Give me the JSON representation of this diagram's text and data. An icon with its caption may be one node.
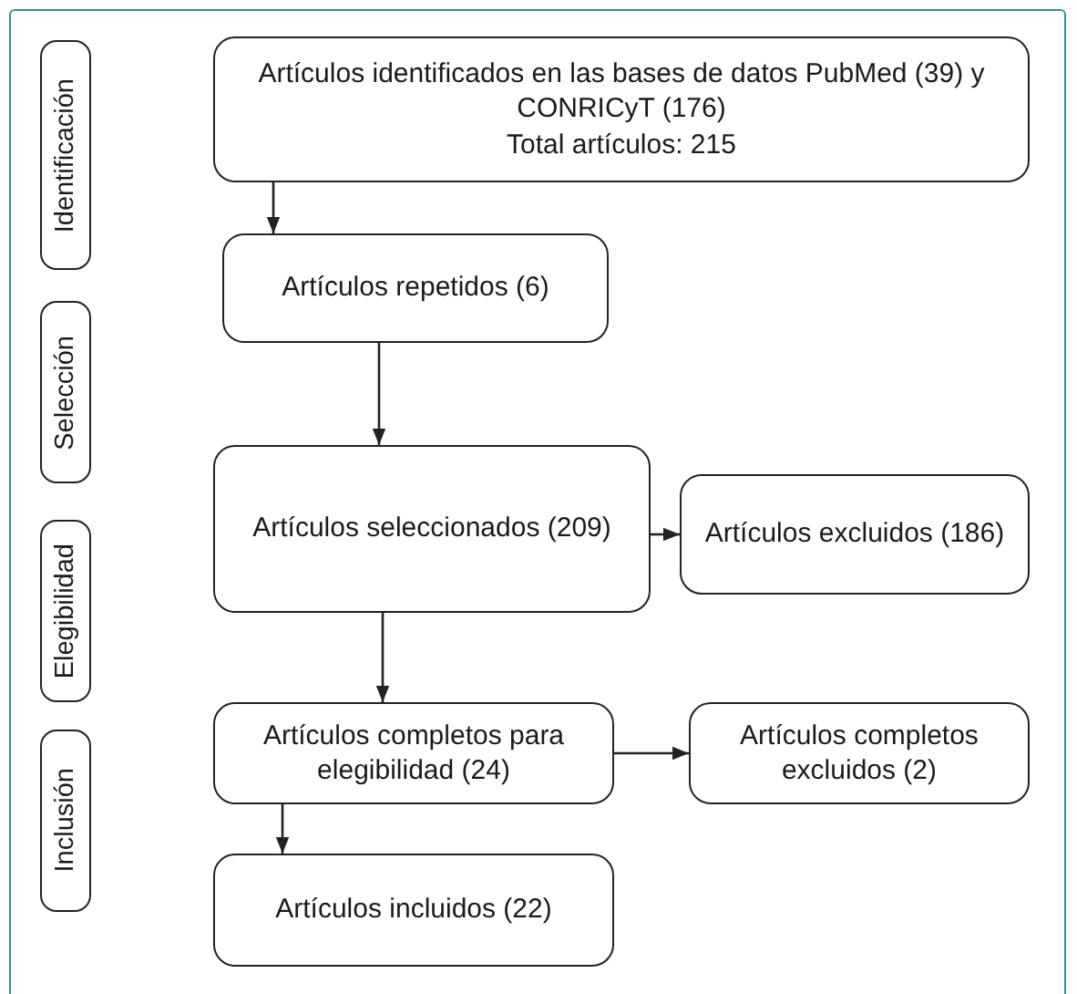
{
  "diagram": {
    "nodes": [
      {
        "text": [
          "Identificación"
        ]
      },
      {
        "text": [
          "Selección"
        ]
      },
      {
        "text": [
          "Elegibilidad"
        ]
      },
      {
        "text": [
          "Inclusión"
        ]
      },
      {
        "text": [
          "Artículos identificados en las bases de datos PubMed (39) y CONRICyT (176)",
          "Total artículos: 215"
        ]
      },
      {
        "text": [
          "Artículos repetidos (6)"
        ]
      },
      {
        "text": [
          "Artículos seleccionados (209)"
        ]
      },
      {
        "text": [
          "Artículos excluidos (186)"
        ]
      },
      {
        "text": [
          "Artículos completos para elegibilidad (24)"
        ]
      },
      {
        "text": [
          "Artículos completos excluidos (2)"
        ]
      },
      {
        "text": [
          "Artículos incluidos (22)"
        ]
      }
    ],
    "edges": [
      {
        "from": 4,
        "to": 5,
        "arrow": "to"
      },
      {
        "from": 5,
        "to": 6,
        "arrow": "to"
      },
      {
        "from": 6,
        "to": 7,
        "arrow": "to"
      },
      {
        "from": 6,
        "to": 8,
        "arrow": "to"
      },
      {
        "from": 8,
        "to": 9,
        "arrow": "to"
      },
      {
        "from": 8,
        "to": 10,
        "arrow": "to"
      }
    ]
  }
}
